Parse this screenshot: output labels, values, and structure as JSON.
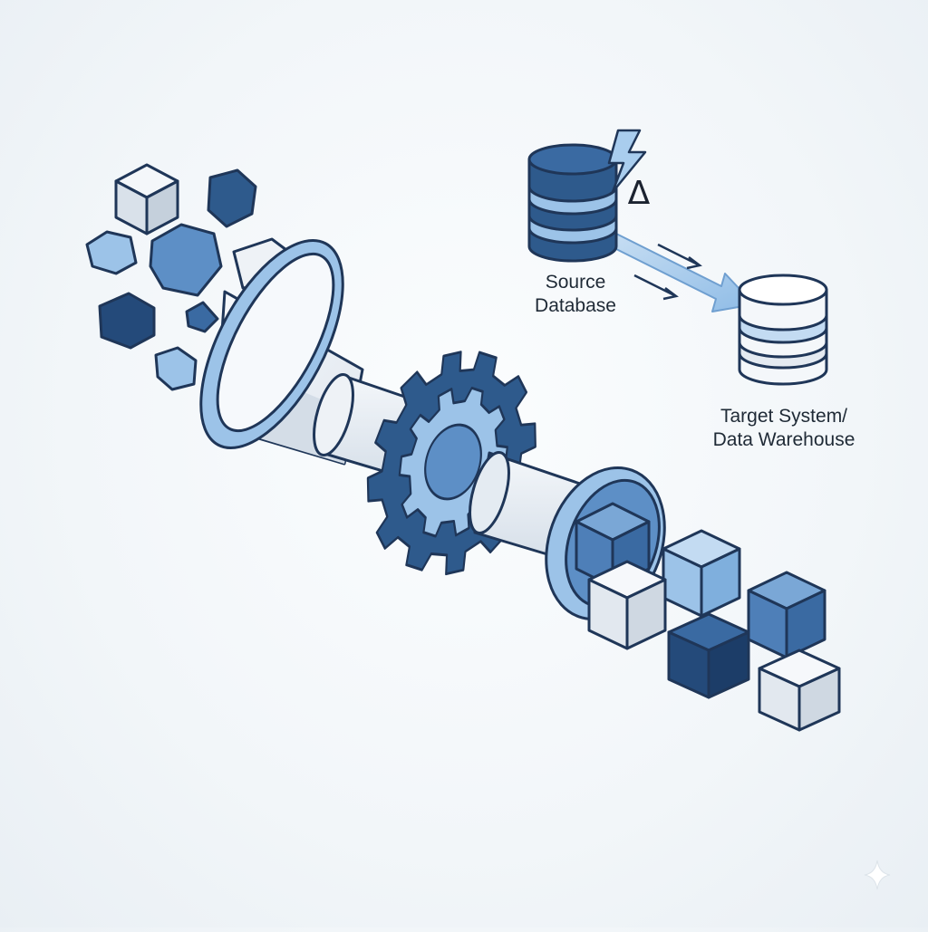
{
  "colors": {
    "dark": "#284f82",
    "mid": "#4e7fb8",
    "light": "#9cc3e8",
    "pale": "#e6ebf1",
    "outline": "#1f3658",
    "arrow": "#a9cdee"
  },
  "labels": {
    "source_line1": "Source",
    "source_line2": "Database",
    "target_line1": "Target System/",
    "target_line2": "Data Warehouse",
    "delta": "Δ"
  },
  "icons": [
    "raw-data-fragments",
    "funnel-icon",
    "gear-icon",
    "pipe-icon",
    "database-icon",
    "lightning-icon",
    "delta-icon",
    "arrow-icon",
    "output-cubes"
  ]
}
